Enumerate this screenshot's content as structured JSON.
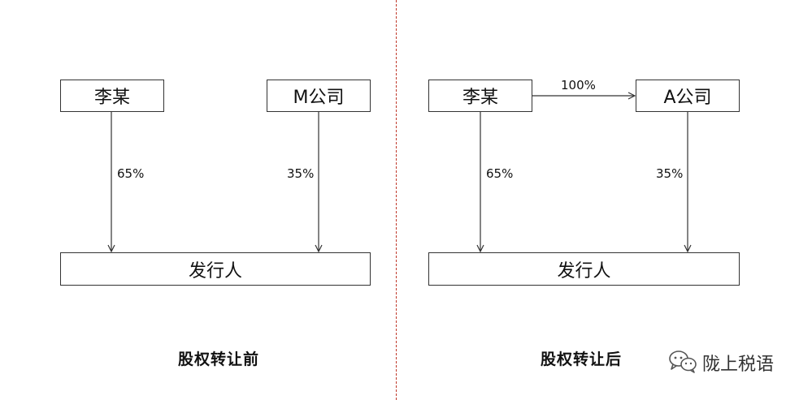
{
  "before": {
    "person": "李某",
    "company": "M公司",
    "issuer": "发行人",
    "pct_person": "65%",
    "pct_company": "35%",
    "caption": "股权转让前"
  },
  "after": {
    "person": "李某",
    "company": "A公司",
    "issuer": "发行人",
    "pct_transfer": "100%",
    "pct_person": "65%",
    "pct_company": "35%",
    "caption": "股权转让后"
  },
  "watermark": {
    "icon": "wechat-icon",
    "text": "陇上税语"
  },
  "colors": {
    "divider": "#c0392b",
    "stroke": "#333333"
  }
}
